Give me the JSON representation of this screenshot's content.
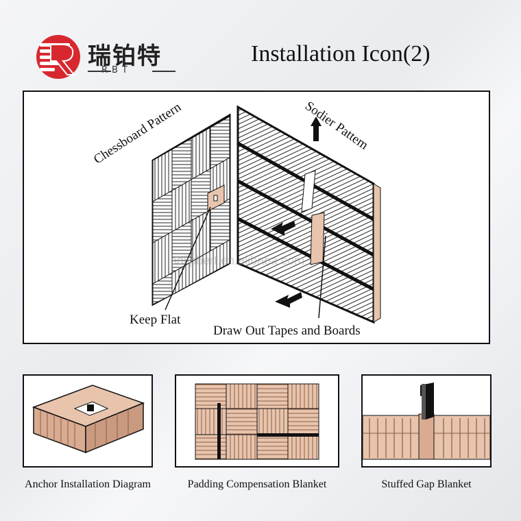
{
  "brand": {
    "name": "瑞铂特",
    "abbr": "RBT",
    "color_red": "#d8282f"
  },
  "title": "Installation Icon(2)",
  "main_diagram": {
    "labels": {
      "chessboard": "Chessboard Pattern",
      "soldier": "Sodier Pattem",
      "keep_flat": "Keep Flat",
      "draw_out": "Draw Out Tapes and Boards"
    },
    "watermark": "sdlipbert.en.alibaba.com"
  },
  "panels": [
    {
      "caption": "Anchor Installation Diagram"
    },
    {
      "caption": "Padding Compensation Blanket"
    },
    {
      "caption": "Stuffed Gap Blanket"
    }
  ],
  "colors": {
    "fiber": "#e8c4ad",
    "fiber_dark": "#b27f66",
    "ink": "#111111"
  }
}
